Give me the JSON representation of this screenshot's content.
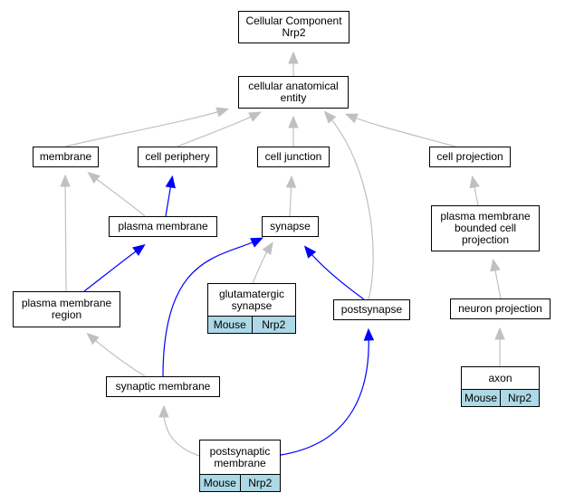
{
  "nodes": {
    "root": {
      "label": "Cellular Component\nNrp2"
    },
    "cae": {
      "label": "cellular anatomical\nentity"
    },
    "membrane": {
      "label": "membrane"
    },
    "cell_periphery": {
      "label": "cell periphery"
    },
    "cell_junction": {
      "label": "cell junction"
    },
    "cell_projection": {
      "label": "cell projection"
    },
    "plasma_membrane": {
      "label": "plasma membrane"
    },
    "synapse": {
      "label": "synapse"
    },
    "pmbcp": {
      "label": "plasma membrane\nbounded cell\nprojection"
    },
    "pm_region": {
      "label": "plasma membrane\nregion"
    },
    "glutamatergic": {
      "label": "glutamatergic\nsynapse",
      "annotations": [
        "Mouse",
        "Nrp2"
      ]
    },
    "postsynapse": {
      "label": "postsynapse"
    },
    "neuron_projection": {
      "label": "neuron projection"
    },
    "synaptic_membrane": {
      "label": "synaptic membrane"
    },
    "axon": {
      "label": "axon",
      "annotations": [
        "Mouse",
        "Nrp2"
      ]
    },
    "postsynaptic_membrane": {
      "label": "postsynaptic\nmembrane",
      "annotations": [
        "Mouse",
        "Nrp2"
      ]
    }
  },
  "edges": [
    {
      "from": "cae",
      "to": "root",
      "kind": "is_a"
    },
    {
      "from": "membrane",
      "to": "cae",
      "kind": "is_a"
    },
    {
      "from": "cell_periphery",
      "to": "cae",
      "kind": "is_a"
    },
    {
      "from": "cell_junction",
      "to": "cae",
      "kind": "is_a"
    },
    {
      "from": "cell_projection",
      "to": "cae",
      "kind": "is_a"
    },
    {
      "from": "postsynapse",
      "to": "cae",
      "kind": "is_a"
    },
    {
      "from": "plasma_membrane",
      "to": "membrane",
      "kind": "is_a"
    },
    {
      "from": "plasma_membrane",
      "to": "cell_periphery",
      "kind": "part_of"
    },
    {
      "from": "synapse",
      "to": "cell_junction",
      "kind": "is_a"
    },
    {
      "from": "pmbcp",
      "to": "cell_projection",
      "kind": "is_a"
    },
    {
      "from": "pm_region",
      "to": "membrane",
      "kind": "is_a"
    },
    {
      "from": "pm_region",
      "to": "plasma_membrane",
      "kind": "part_of"
    },
    {
      "from": "glutamatergic",
      "to": "synapse",
      "kind": "is_a"
    },
    {
      "from": "postsynapse",
      "to": "synapse",
      "kind": "part_of"
    },
    {
      "from": "synaptic_membrane",
      "to": "synapse",
      "kind": "part_of"
    },
    {
      "from": "neuron_projection",
      "to": "pmbcp",
      "kind": "is_a"
    },
    {
      "from": "synaptic_membrane",
      "to": "pm_region",
      "kind": "is_a"
    },
    {
      "from": "axon",
      "to": "neuron_projection",
      "kind": "is_a"
    },
    {
      "from": "postsynaptic_membrane",
      "to": "synaptic_membrane",
      "kind": "is_a"
    },
    {
      "from": "postsynaptic_membrane",
      "to": "postsynapse",
      "kind": "part_of"
    }
  ],
  "colors": {
    "is_a": "#c0c0c0",
    "part_of": "#0000ff",
    "annotation_fill": "#add8e6"
  }
}
